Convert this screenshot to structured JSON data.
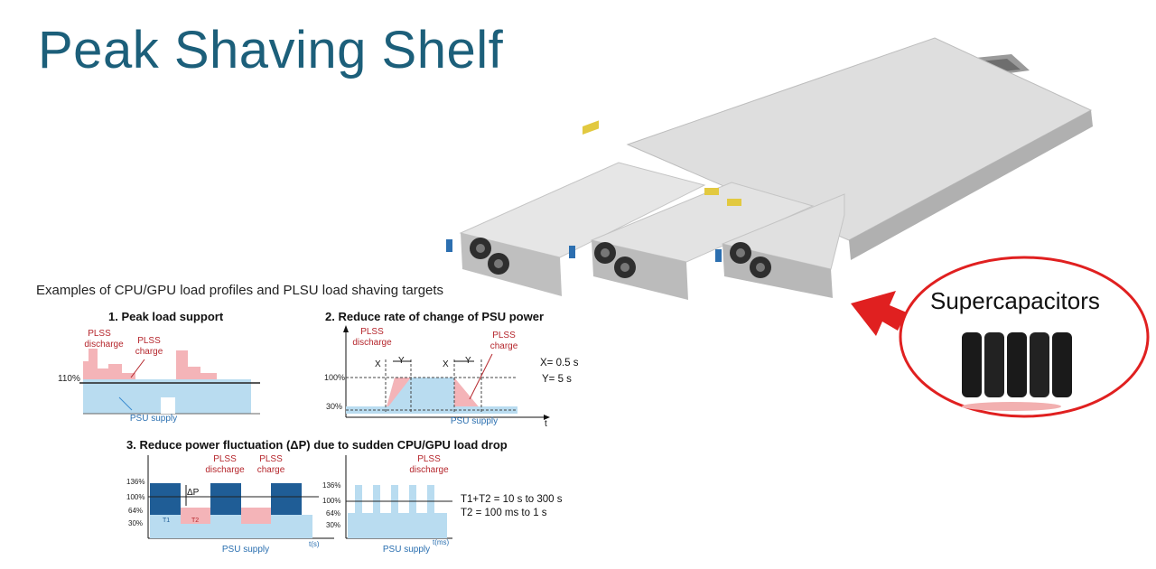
{
  "slide": {
    "title": "Peak Shaving Shelf",
    "subtitle": "Examples of CPU/GPU load profiles and PLSU load shaving targets",
    "supercap_label": "Supercapacitors"
  },
  "colors": {
    "title": "#1c5f7a",
    "psu_fill": "#b9dcf0",
    "psu_dark": "#1f5d96",
    "plss_fill": "#f4b4b8",
    "plss_text": "#b5262c",
    "annotation_blue": "#3a8bd0",
    "callout_red": "#e02020"
  },
  "charts": {
    "c1": {
      "title": "1. Peak load support",
      "level_label": "110%",
      "discharge": "PLSS\ndischarge",
      "charge": "PLSS\ncharge",
      "psu_label": "PSU supply"
    },
    "c2": {
      "title": "2. Reduce rate of change of PSU power",
      "discharge": "PLSS\ndischarge",
      "charge": "PLSS\ncharge",
      "psu_label": "PSU supply",
      "y_labels": [
        "100%",
        "30%"
      ],
      "axis_t": "t",
      "x_marker": "X",
      "y_marker": "Y",
      "param_x": "X= 0.5 s",
      "param_y": "Y= 5 s"
    },
    "c3": {
      "title": "3. Reduce power fluctuation (ΔP) due to sudden CPU/GPU load drop",
      "discharge": "PLSS\ndischarge",
      "charge": "PLSS\ncharge",
      "psu_label": "PSU supply",
      "y_labels": [
        "136%",
        "100%",
        "64%",
        "30%"
      ],
      "delta": "ΔP",
      "axis": "t(s)",
      "t1": "T1",
      "t2": "T2"
    },
    "c4": {
      "discharge": "PLSS\ndischarge",
      "psu_label": "PSU supply",
      "y_labels": [
        "136%",
        "100%",
        "64%",
        "30%"
      ],
      "axis": "t(ms)",
      "param_1": "T1+T2 = 10 s to 300 s",
      "param_2": "T2 = 100 ms to 1 s"
    }
  }
}
